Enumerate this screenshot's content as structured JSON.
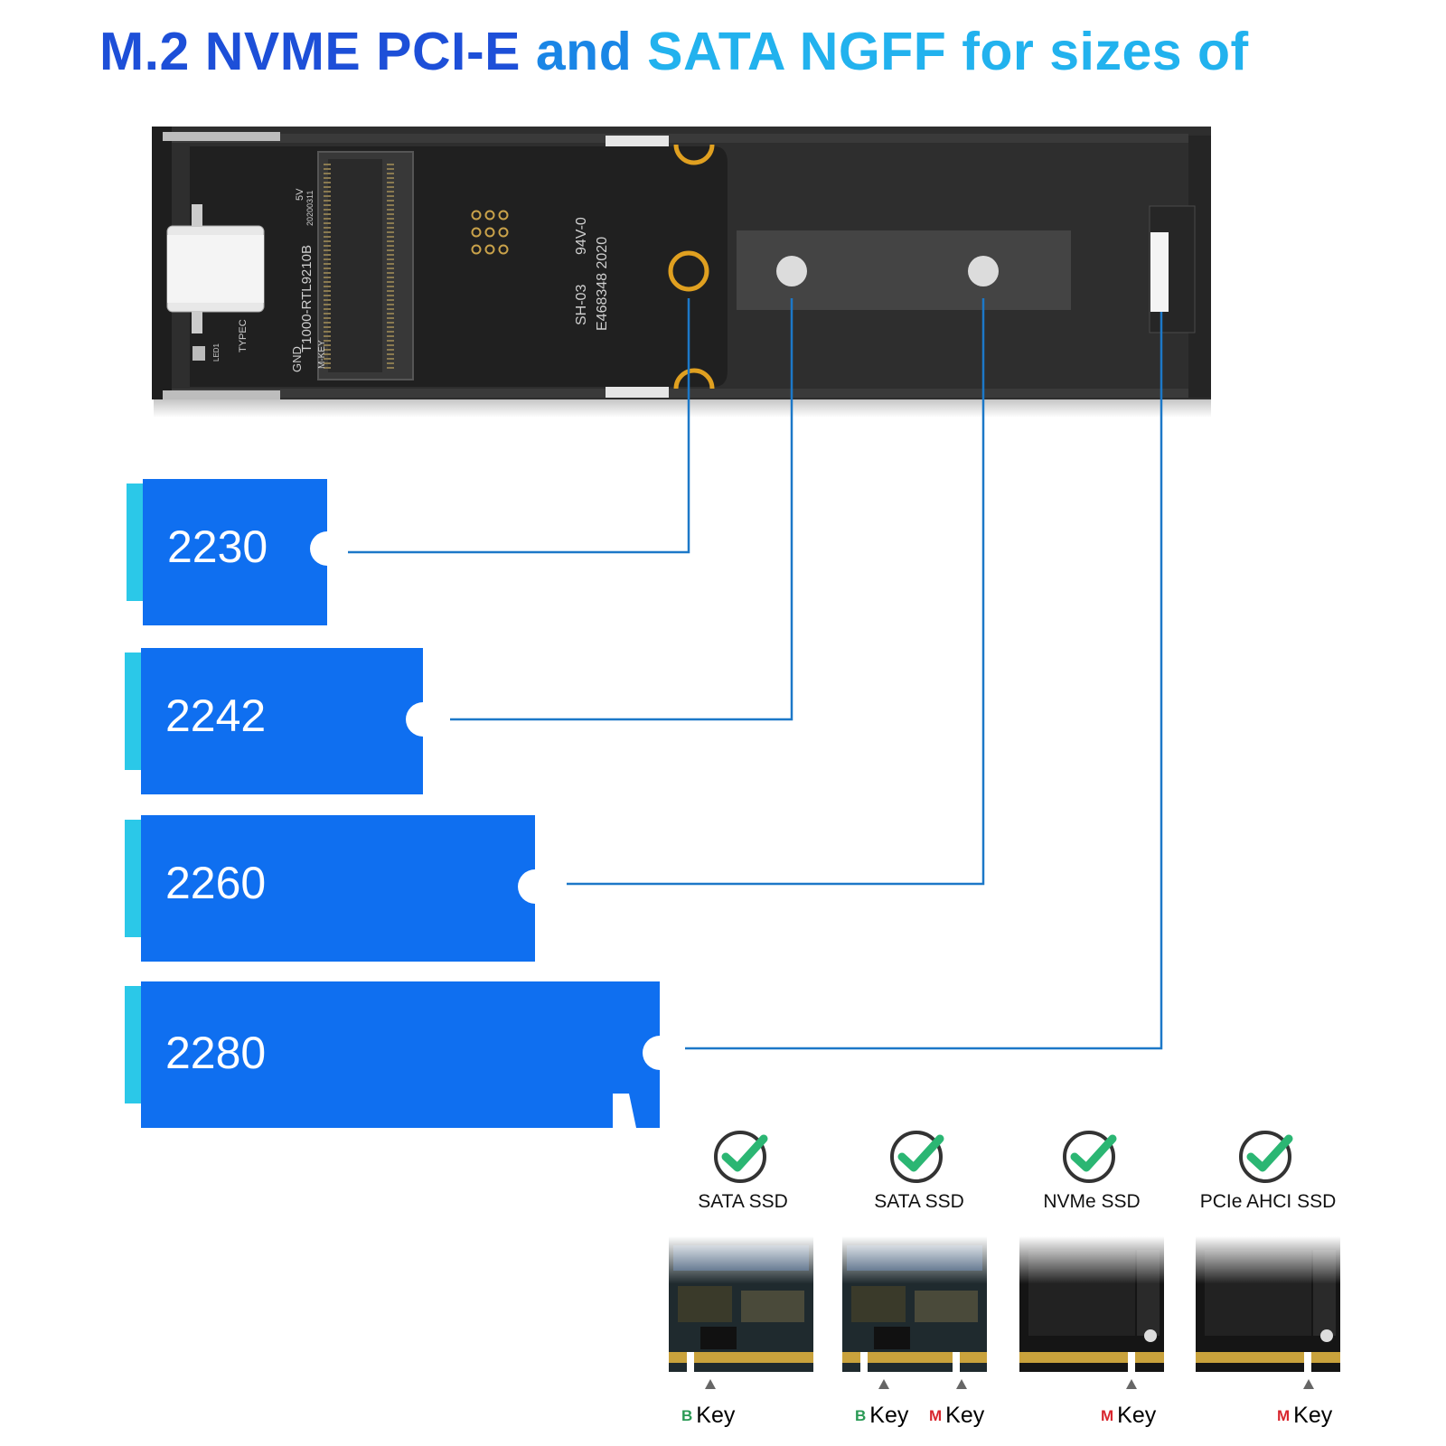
{
  "headline": {
    "part1": "M.2 NVME PCI-E",
    "part2": "and",
    "part3": "SATA NGFF for sizes of"
  },
  "enclosure": {
    "pcb_text_line1": "T1000-RTL9210B",
    "pcb_text_line2": "M-KEY",
    "pcb_date": "20200311",
    "pin_5v": "5V",
    "pin_gnd": "GND",
    "port_label": "TYPEC",
    "led_label": "LED1",
    "cert_line1": "SH-03",
    "cert_line2": "94V-0",
    "cert_line3": "E468348 2020"
  },
  "sizes": [
    {
      "label": "2230"
    },
    {
      "label": "2242"
    },
    {
      "label": "2260"
    },
    {
      "label": "2280"
    }
  ],
  "compatibility": [
    {
      "type": "SATA SSD",
      "keys": [
        {
          "letter": "B",
          "word": "Key"
        }
      ]
    },
    {
      "type": "SATA SSD",
      "keys": [
        {
          "letter": "B",
          "word": "Key"
        },
        {
          "letter": "M",
          "word": "Key"
        }
      ]
    },
    {
      "type": "NVMe SSD",
      "keys": [
        {
          "letter": "M",
          "word": "Key"
        }
      ]
    },
    {
      "type": "PCIe AHCI SSD",
      "keys": [
        {
          "letter": "M",
          "word": "Key"
        }
      ]
    }
  ],
  "colors": {
    "card_blue": "#0f6ff0",
    "contact_cyan": "#2bc8e8",
    "leader_line": "#1c78c8",
    "check_green": "#2bb673",
    "enclosure_dark": "#2b2b2b",
    "gold": "#e0a020"
  }
}
